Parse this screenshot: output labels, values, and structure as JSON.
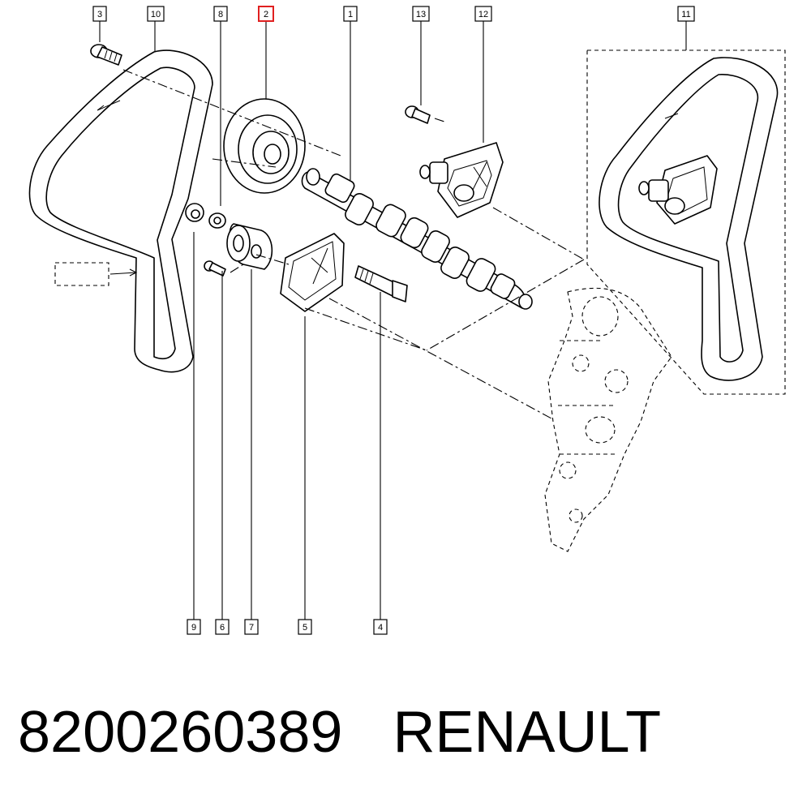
{
  "callouts": [
    {
      "id": "c3",
      "label": "3",
      "highlight": false
    },
    {
      "id": "c10",
      "label": "10",
      "highlight": false
    },
    {
      "id": "c8",
      "label": "8",
      "highlight": false
    },
    {
      "id": "c2",
      "label": "2",
      "highlight": true
    },
    {
      "id": "c1",
      "label": "1",
      "highlight": false
    },
    {
      "id": "c13",
      "label": "13",
      "highlight": false
    },
    {
      "id": "c12",
      "label": "12",
      "highlight": false
    },
    {
      "id": "c11",
      "label": "11",
      "highlight": false
    },
    {
      "id": "c9",
      "label": "9",
      "highlight": false
    },
    {
      "id": "c6",
      "label": "6",
      "highlight": false
    },
    {
      "id": "c7",
      "label": "7",
      "highlight": false
    },
    {
      "id": "c5",
      "label": "5",
      "highlight": false
    },
    {
      "id": "c4",
      "label": "4",
      "highlight": false
    }
  ],
  "caption": {
    "part_number": "8200260389",
    "brand": "RENAULT"
  },
  "colors": {
    "line": "#000000",
    "highlight": "#e02020",
    "background": "#ffffff"
  }
}
